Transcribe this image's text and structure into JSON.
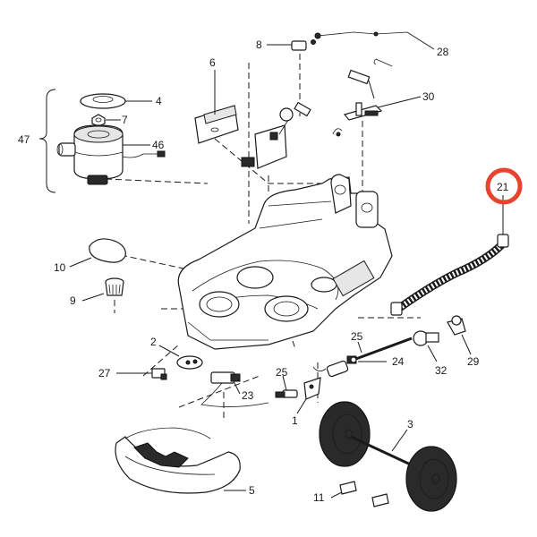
{
  "diagram": {
    "callouts": {
      "c47": "47",
      "c4": "4",
      "c7": "7",
      "c46": "46",
      "c6": "6",
      "c8": "8",
      "c28": "28",
      "c30": "30",
      "c21": "21",
      "c10": "10",
      "c9": "9",
      "c2": "2",
      "c27": "27",
      "c23": "23",
      "c25a": "25",
      "c25b": "25",
      "c24": "24",
      "c1": "1",
      "c32": "32",
      "c29": "29",
      "c3": "3",
      "c5": "5",
      "c11": "11"
    },
    "highlight_color": "#e8432e",
    "line_color": "#1a1a1a"
  }
}
